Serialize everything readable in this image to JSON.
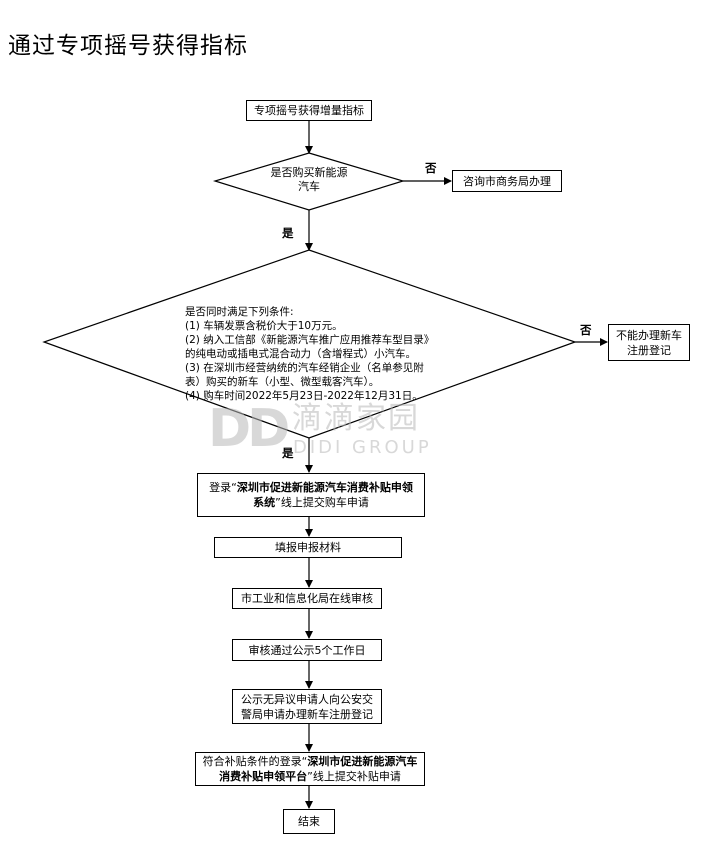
{
  "title": "通过专项摇号获得指标",
  "flow": {
    "start": "专项摇号获得增量指标",
    "q1": {
      "line1": "是否购买新能源",
      "line2": "汽车",
      "no_label": "否",
      "yes_label": "是",
      "no_result": "咨询市商务局办理"
    },
    "q2": {
      "lines": [
        "是否同时满足下列条件:",
        "(1) 车辆发票含税价大于10万元。",
        "(2) 纳入工信部《新能源汽车推广应用推荐车型目录》",
        "的纯电动或插电式混合动力（含增程式）小汽车。",
        "(3) 在深圳市经营纳统的汽车经销企业（名单参见附",
        "表）购买的新车（小型、微型载客汽车）。",
        "(4) 购车时间2022年5月23日-2022年12月31日。"
      ],
      "no_label": "否",
      "yes_label": "是",
      "no_result_line1": "不能办理新车",
      "no_result_line2": "注册登记"
    },
    "step1": {
      "prefix": "登录“",
      "bold": "深圳市促进新能源汽车消费补贴申领系统",
      "suffix": "”线上提交购车申请"
    },
    "step2": "填报申报材料",
    "step3": "市工业和信息化局在线审核",
    "step4": "审核通过公示5个工作日",
    "step5_line1": "公示无异议申请人向公安交",
    "step5_line2": "警局申请办理新车注册登记",
    "step6": {
      "prefix": "符合补贴条件的登录“",
      "bold": "深圳市促进新能源汽车消费补贴申领平台",
      "suffix": "”线上提交补贴申请"
    },
    "end": "结束"
  },
  "watermark": {
    "logo": "DD",
    "name": "滴滴家园",
    "en": "DIDI GROUP"
  }
}
